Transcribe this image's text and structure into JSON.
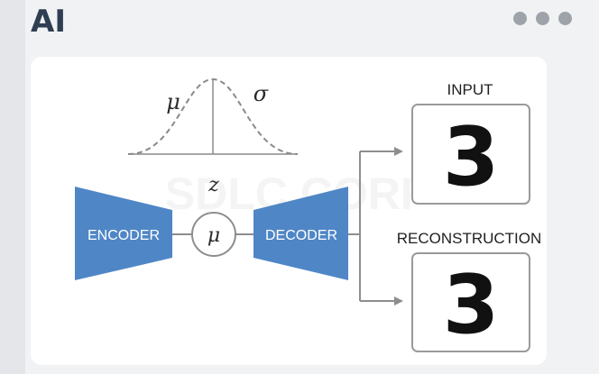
{
  "header": {
    "brand": "AI",
    "window_controls": [
      "dot",
      "dot",
      "dot"
    ]
  },
  "diagram": {
    "mu_label": "μ",
    "sigma_label": "σ",
    "z_label": "z",
    "latent_node_label": "μ",
    "encoder_label": "ENCODER",
    "decoder_label": "DECODER",
    "input_label": "INPUT",
    "reconstruction_label": "RECONSTRUCTION",
    "input_digit": "3",
    "reconstruction_digit": "3",
    "watermark": "SDLC CORP"
  },
  "colors": {
    "block": "#4f86c6",
    "line": "#8e8e8e",
    "curve": "#8a8a8a",
    "brand": "#2f3e52"
  }
}
